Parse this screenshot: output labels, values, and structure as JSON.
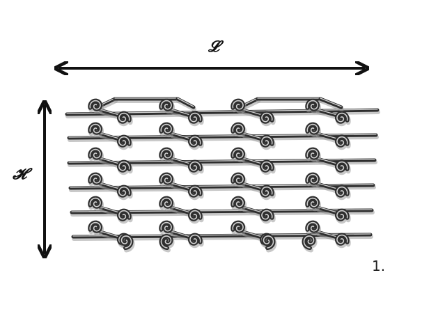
{
  "labels": {
    "length": "𝓛",
    "height": "𝓗",
    "figure_number": "1."
  },
  "colors": {
    "ink": "#111111",
    "metal": "#2e2e2e",
    "highlight": "#d0d0d0",
    "shadow": "#9a9a9a"
  },
  "icons": {
    "length_arrow": "double-headed-horizontal-arrow",
    "height_arrow": "double-headed-vertical-arrow"
  }
}
